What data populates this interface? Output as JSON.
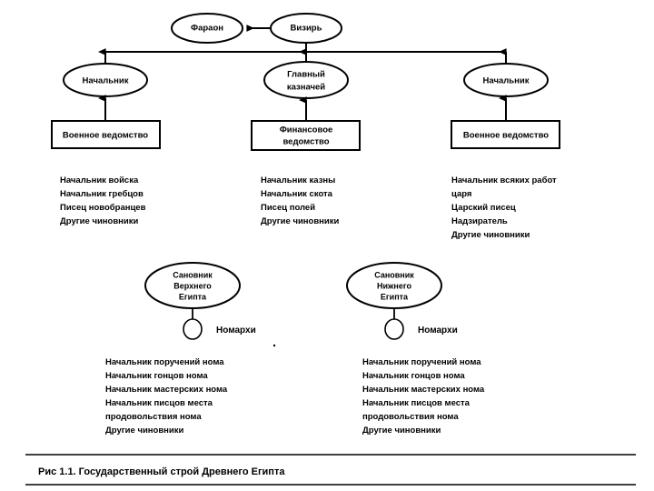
{
  "figure": {
    "caption": "Рис  1.1. Государственный строй Древнего Египта"
  },
  "nodes": {
    "pharaoh": {
      "label": "Фараон",
      "shape": "ellipse"
    },
    "vizier": {
      "label": "Визирь",
      "shape": "ellipse"
    },
    "chief_left": {
      "label": "Начальник",
      "shape": "ellipse"
    },
    "treasurer": {
      "label_line1": "Главный",
      "label_line2": "казначей",
      "shape": "ellipse"
    },
    "chief_right": {
      "label": "Начальник",
      "shape": "ellipse"
    },
    "dept_military_left": {
      "label": "Военное ведомство",
      "shape": "rect"
    },
    "dept_finance": {
      "label_line1": "Финансовое",
      "label_line2": "ведомство",
      "shape": "rect"
    },
    "dept_military_right": {
      "label": "Военное ведомство",
      "shape": "rect"
    },
    "noble_upper": {
      "label_line1": "Сановник",
      "label_line2": "Верхнего",
      "label_line3": "Египта",
      "shape": "ellipse"
    },
    "noble_lower": {
      "label_line1": "Сановник",
      "label_line2": "Нижнего",
      "label_line3": "Египта",
      "shape": "ellipse"
    },
    "nomarch_left": {
      "label": "Номархи",
      "shape": "small-circle"
    },
    "nomarch_right": {
      "label": "Номархи",
      "shape": "small-circle"
    }
  },
  "lists": {
    "military_left": [
      "Начальник войска",
      "Начальник гребцов",
      "Писец новобранцев",
      "Другие чиновники"
    ],
    "finance": [
      "Начальник казны",
      "Начальник скота",
      "Писец полей",
      "Другие чиновники"
    ],
    "military_right": [
      "Начальник всяких работ",
      "царя",
      "Царский писец",
      "Надзиратель",
      "Другие чиновники"
    ],
    "nome_left": [
      "Начальник поручений нома",
      "Начальник гонцов нома",
      "Начальник мастерских нома",
      "Начальник писцов места",
      "продовольствия нома",
      "Другие чиновники"
    ],
    "nome_right": [
      "Начальник поручений нома",
      "Начальник гонцов нома",
      "Начальник мастерских нома",
      "Начальник писцов места",
      "продовольствия нома",
      "Другие чиновники"
    ]
  },
  "colors": {
    "ink": "#000000",
    "paper": "#ffffff"
  }
}
